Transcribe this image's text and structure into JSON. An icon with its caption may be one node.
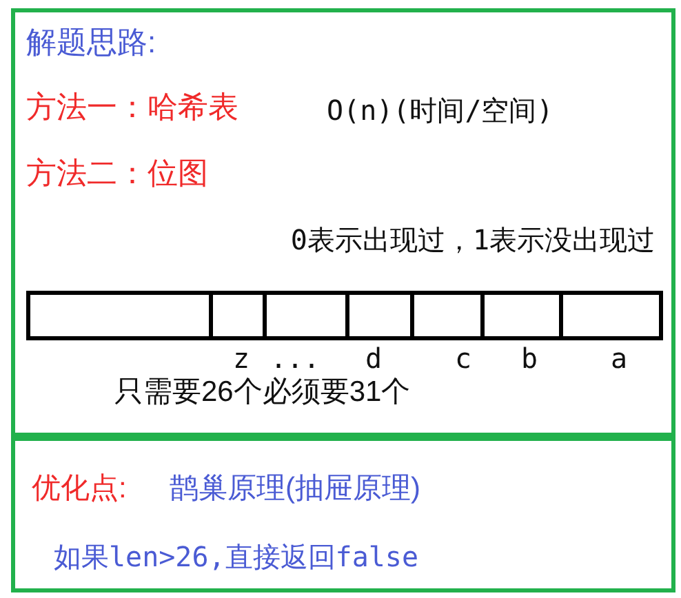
{
  "diagram": {
    "nodes": [
      {
        "text": [
          "解题思路:",
          "方法一：哈希表",
          "O(n)(时间/空间)",
          "方法二：位图",
          "0表示出现过，1表示没出现过",
          "只需要26个必须要31个"
        ]
      },
      {
        "text": [],
        "shape": "bar",
        "in": 0
      },
      {
        "text": [
          "优化点:",
          "鹊巢原理(抽屉原理)",
          "如果len>26,直接返回false"
        ]
      }
    ],
    "edges": [],
    "labels": [
      "z",
      "...",
      "d",
      "c",
      "b",
      "a"
    ]
  }
}
